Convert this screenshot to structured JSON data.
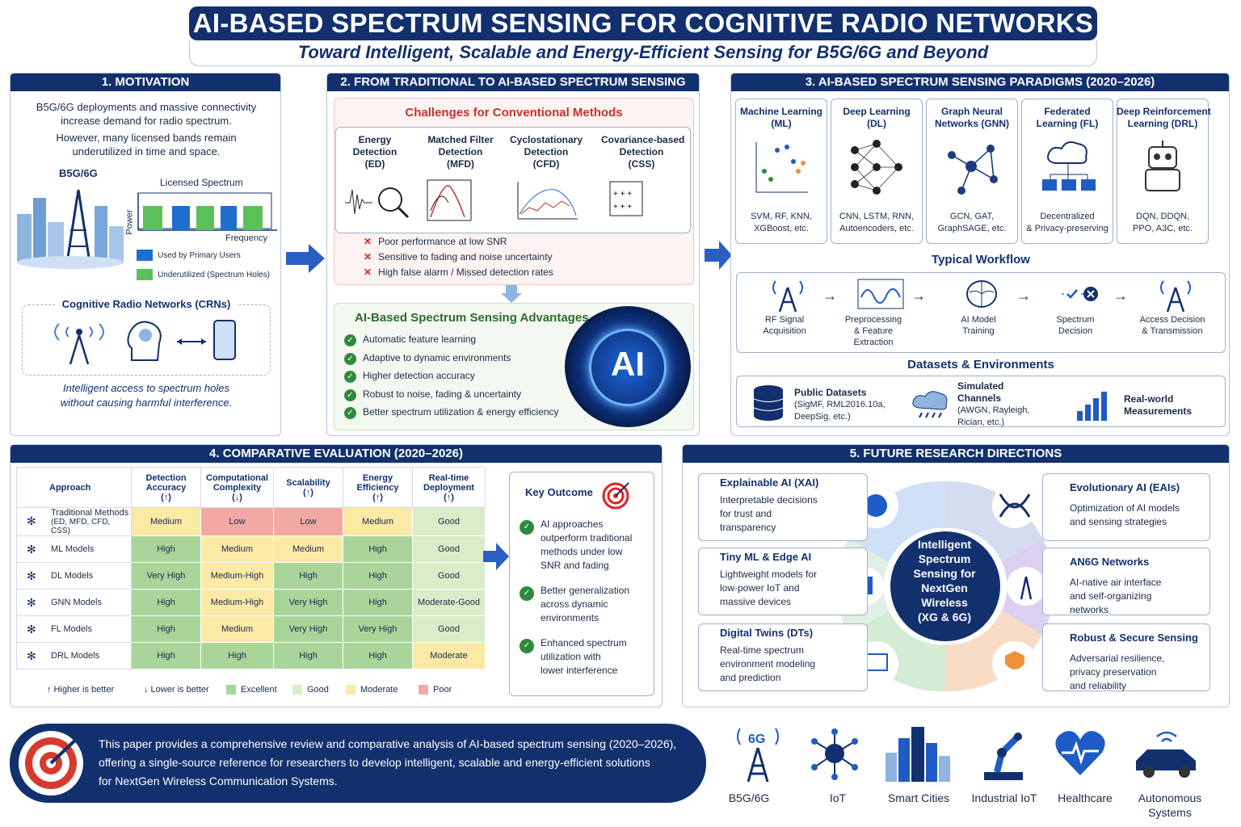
{
  "header": {
    "title": "AI-BASED SPECTRUM SENSING FOR COGNITIVE RADIO NETWORKS",
    "subtitle": "Toward Intelligent, Scalable and Energy-Efficient Sensing for B5G/6G and Beyond"
  },
  "motivation": {
    "head": "1. MOTIVATION",
    "p1": "B5G/6G deployments and massive connectivity",
    "p2": "increase demand for radio spectrum.",
    "p3": "However, many licensed bands remain",
    "p4": "underutilized in time and space.",
    "b5g": "B5G/6G",
    "licensed": "Licensed Spectrum",
    "power": "Power",
    "frequency": "Frequency",
    "leg_used": "Used by Primary Users",
    "leg_holes": "Underutilized (Spectrum Holes)",
    "crn": "Cognitive Radio Networks (CRNs)",
    "note1": "Intelligent access to spectrum holes",
    "note2": "without causing harmful interference.",
    "c_used": "#1f6fd1",
    "c_holes": "#5cc05a"
  },
  "traditional": {
    "head": "2. FROM TRADITIONAL TO AI-BASED SPECTRUM SENSING",
    "challenges": "Challenges for Conventional Methods",
    "methods": [
      {
        "l1": "Energy",
        "l2": "Detection",
        "l3": "(ED)"
      },
      {
        "l1": "Matched Filter",
        "l2": "Detection",
        "l3": "(MFD)"
      },
      {
        "l1": "Cyclostationary",
        "l2": "Detection",
        "l3": "(CFD)"
      },
      {
        "l1": "Covariance-based",
        "l2": "Detection",
        "l3": "(CSS)"
      }
    ],
    "issues": [
      "Poor performance at low SNR",
      "Sensitive to fading and noise uncertainty",
      "High false alarm / Missed detection rates"
    ],
    "adv_title": "AI-Based Spectrum Sensing Advantages",
    "advantages": [
      "Automatic feature learning",
      "Adaptive to dynamic environments",
      "Higher detection accuracy",
      "Robust to noise, fading & uncertainty",
      "Better spectrum utilization & energy efficiency"
    ],
    "ai": "AI"
  },
  "paradigms": {
    "head": "3. AI-BASED SPECTRUM SENSING PARADIGMS (2020–2026)",
    "items": [
      {
        "n1": "Machine Learning",
        "n2": "(ML)",
        "e1": "SVM, RF, KNN,",
        "e2": "XGBoost, etc."
      },
      {
        "n1": "Deep Learning",
        "n2": "(DL)",
        "e1": "CNN, LSTM, RNN,",
        "e2": "Autoencoders, etc."
      },
      {
        "n1": "Graph Neural",
        "n2": "Networks (GNN)",
        "e1": "GCN, GAT,",
        "e2": "GraphSAGE, etc."
      },
      {
        "n1": "Federated",
        "n2": "Learning (FL)",
        "e1": "Decentralized",
        "e2": "& Privacy-preserving"
      },
      {
        "n1": "Deep Reinforcement",
        "n2": "Learning (DRL)",
        "e1": "DQN, DDQN,",
        "e2": "PPO, A3C, etc."
      }
    ],
    "workflow_title": "Typical Workflow",
    "workflow": [
      {
        "l1": "RF Signal",
        "l2": "Acquisition",
        "l3": ""
      },
      {
        "l1": "Preprocessing",
        "l2": "& Feature",
        "l3": "Extraction"
      },
      {
        "l1": "AI Model",
        "l2": "Training",
        "l3": ""
      },
      {
        "l1": "Spectrum",
        "l2": "Decision",
        "l3": ""
      },
      {
        "l1": "Access Decision",
        "l2": "& Transmission",
        "l3": ""
      }
    ],
    "datasets_title": "Datasets & Environments",
    "ds1": {
      "t": "Public Datasets",
      "d1": "(SigMF, RML2016.10a,",
      "d2": "DeepSig, etc.)"
    },
    "ds2": {
      "t1": "Simulated",
      "t2": "Channels",
      "d1": "(AWGN, Rayleigh,",
      "d2": "Rician, etc.)"
    },
    "ds3": {
      "t1": "Real-world",
      "t2": "Measurements"
    }
  },
  "comparison": {
    "head": "4. COMPARATIVE EVALUATION (2020–2026)",
    "columns": [
      {
        "l1": "Approach",
        "l2": "",
        "l3": ""
      },
      {
        "l1": "Detection",
        "l2": "Accuracy",
        "l3": "(↑)"
      },
      {
        "l1": "Computational",
        "l2": "Complexity",
        "l3": "(↓)"
      },
      {
        "l1": "Scalability",
        "l2": "(↑)",
        "l3": ""
      },
      {
        "l1": "Energy",
        "l2": "Efficiency",
        "l3": "(↑)"
      },
      {
        "l1": "Real-time",
        "l2": "Deployment",
        "l3": "(↑)"
      }
    ],
    "rows": [
      {
        "name": "Traditional Methods",
        "sub": "(ED, MFD, CFD, CSS)",
        "cells": [
          [
            "Medium",
            "md"
          ],
          [
            "Low",
            "pr"
          ],
          [
            "Low",
            "pr"
          ],
          [
            "Medium",
            "md"
          ],
          [
            "Good",
            "gd"
          ]
        ]
      },
      {
        "name": "ML Models",
        "sub": "",
        "cells": [
          [
            "High",
            "ex"
          ],
          [
            "Medium",
            "md"
          ],
          [
            "Medium",
            "md"
          ],
          [
            "High",
            "ex"
          ],
          [
            "Good",
            "gd"
          ]
        ]
      },
      {
        "name": "DL Models",
        "sub": "",
        "cells": [
          [
            "Very High",
            "ex"
          ],
          [
            "Medium-High",
            "md"
          ],
          [
            "High",
            "ex"
          ],
          [
            "High",
            "ex"
          ],
          [
            "Good",
            "gd"
          ]
        ]
      },
      {
        "name": "GNN Models",
        "sub": "",
        "cells": [
          [
            "High",
            "ex"
          ],
          [
            "Medium-High",
            "md"
          ],
          [
            "Very High",
            "ex"
          ],
          [
            "High",
            "ex"
          ],
          [
            "Moderate-Good",
            "gd"
          ]
        ]
      },
      {
        "name": "FL Models",
        "sub": "",
        "cells": [
          [
            "High",
            "ex"
          ],
          [
            "Medium",
            "md"
          ],
          [
            "Very High",
            "ex"
          ],
          [
            "Very High",
            "ex"
          ],
          [
            "Good",
            "gd"
          ]
        ]
      },
      {
        "name": "DRL Models",
        "sub": "",
        "cells": [
          [
            "High",
            "ex"
          ],
          [
            "High",
            "ex"
          ],
          [
            "High",
            "ex"
          ],
          [
            "High",
            "ex"
          ],
          [
            "Moderate",
            "md"
          ]
        ]
      }
    ],
    "legend": {
      "higher": "↑ Higher is better",
      "lower": "↓ Lower is better",
      "excellent": "Excellent",
      "good": "Good",
      "moderate": "Moderate",
      "poor": "Poor"
    },
    "key_title": "Key Outcome",
    "outcomes": [
      [
        "AI approaches",
        "outperform traditional",
        "methods under low",
        "SNR and fading"
      ],
      [
        "Better generalization",
        "across dynamic",
        "environments"
      ],
      [
        "Enhanced spectrum",
        "utilization with",
        "lower interference"
      ]
    ],
    "colors": {
      "excellent": "#a9d59a",
      "good": "#d8edc8",
      "moderate": "#fbeaa6",
      "poor": "#f3a9a3"
    }
  },
  "future": {
    "head": "5. FUTURE RESEARCH DIRECTIONS",
    "center": [
      "Intelligent",
      "Spectrum",
      "Sensing for",
      "NextGen",
      "Wireless",
      "(XG & 6G)"
    ],
    "left": [
      {
        "t": "Explainable AI (XAI)",
        "d": [
          "Interpretable decisions",
          "for trust and",
          "transparency"
        ]
      },
      {
        "t": "Tiny ML & Edge AI",
        "d": [
          "Lightweight models for",
          "low-power IoT and",
          "massive devices"
        ]
      },
      {
        "t": "Digital Twins (DTs)",
        "d": [
          "Real-time spectrum",
          "environment modeling",
          "and prediction"
        ]
      }
    ],
    "right": [
      {
        "t": "Evolutionary AI (EAIs)",
        "d": [
          "Optimization of AI models",
          "and sensing strategies"
        ]
      },
      {
        "t": "AN6G Networks",
        "d": [
          "AI-native air interface",
          "and self-organizing",
          "networks"
        ]
      },
      {
        "t": "Robust & Secure Sensing",
        "d": [
          "Adversarial resilience,",
          "privacy preservation",
          "and reliability"
        ]
      }
    ]
  },
  "footer": {
    "l1": "This paper provides a comprehensive review and comparative analysis of AI-based spectrum sensing (2020–2026),",
    "l2": "offering a single-source reference for researchers to develop intelligent, scalable and energy-efficient solutions",
    "l3": "for NextGen Wireless Communication Systems.",
    "apps": [
      {
        "l1": "B5G/6G",
        "l2": ""
      },
      {
        "l1": "IoT",
        "l2": ""
      },
      {
        "l1": "Smart Cities",
        "l2": ""
      },
      {
        "l1": "Industrial IoT",
        "l2": ""
      },
      {
        "l1": "Healthcare",
        "l2": ""
      },
      {
        "l1": "Autonomous",
        "l2": "Systems"
      }
    ],
    "g6": "6G"
  }
}
